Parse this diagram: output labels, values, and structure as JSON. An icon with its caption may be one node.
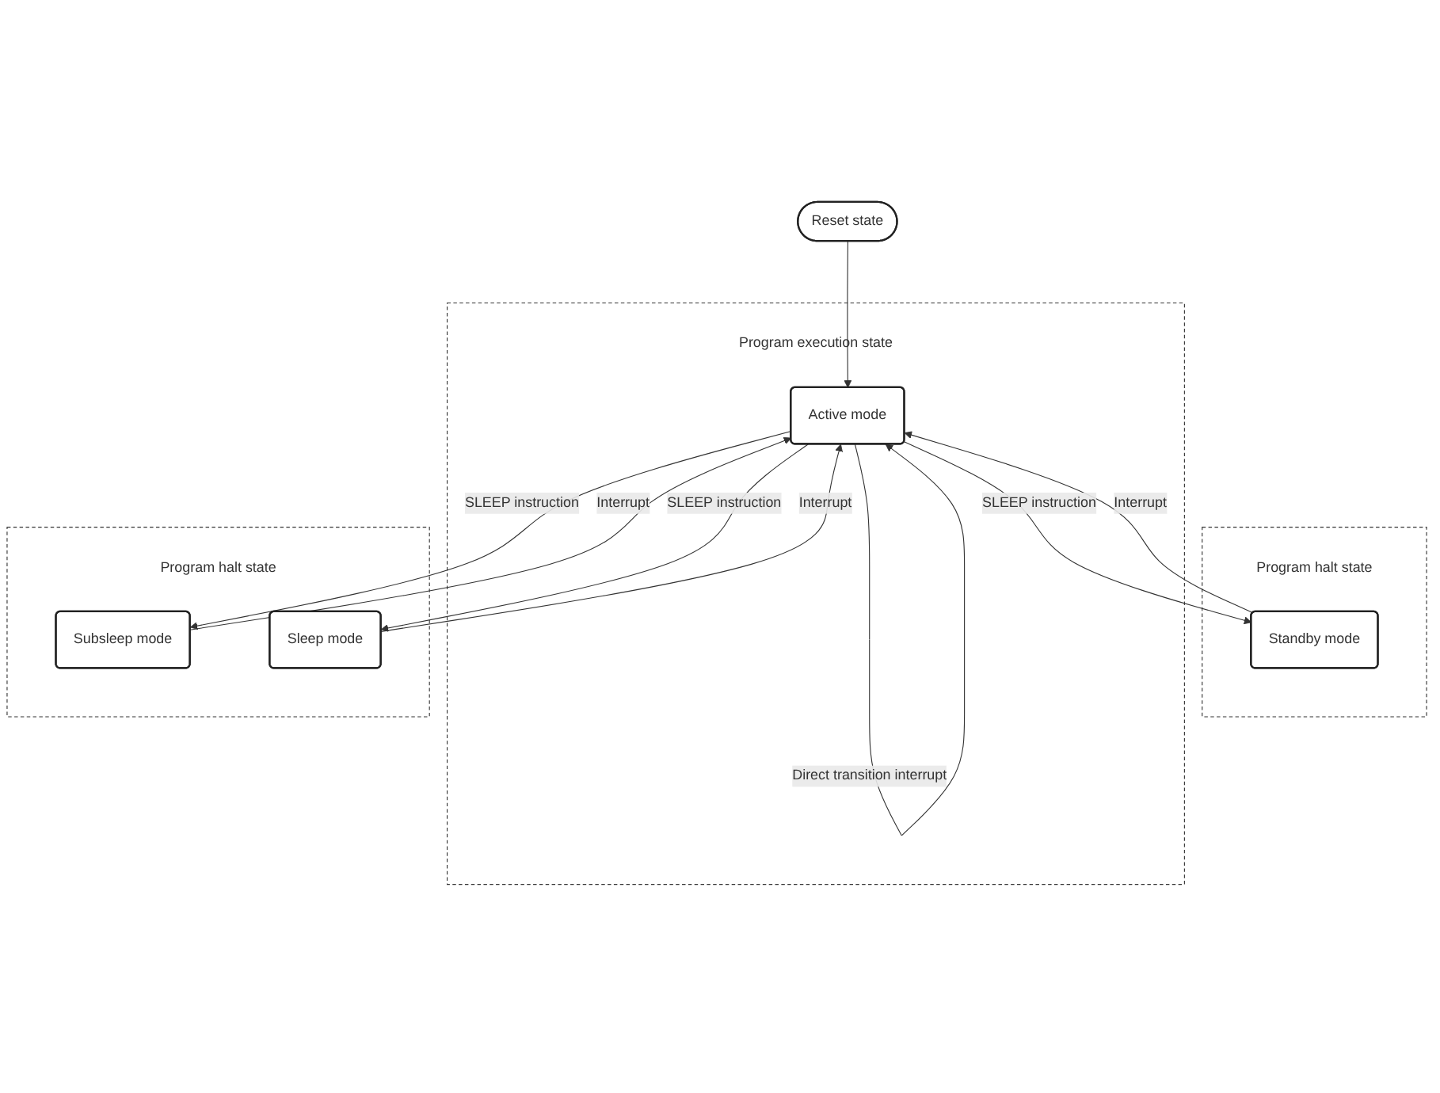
{
  "diagram": {
    "nodes": [
      {
        "text": [
          "Reset state"
        ]
      },
      {
        "text": [
          "Program halt state"
        ]
      },
      {
        "text": [
          "Standby mode"
        ],
        "in": 1
      },
      {
        "text": [
          "Program execution state"
        ]
      },
      {
        "text": [
          "Active mode"
        ],
        "in": 3
      },
      {
        "text": [
          "Program halt state"
        ]
      },
      {
        "text": [
          "Sleep mode"
        ],
        "in": 5
      },
      {
        "text": [
          "Subsleep mode"
        ],
        "in": 5
      }
    ],
    "edges": [
      {
        "from": 0,
        "to": 4,
        "arrow": "to"
      },
      {
        "from": 4,
        "to": 2,
        "arrow": "to",
        "label": "SLEEP instruction"
      },
      {
        "from": 2,
        "to": 4,
        "arrow": "to",
        "label": "Interrupt"
      },
      {
        "from": 4,
        "to": 4,
        "arrow": "to",
        "label": "Direct transition interrupt"
      },
      {
        "from": 4,
        "to": 6,
        "arrow": "to",
        "label": "SLEEP instruction"
      },
      {
        "from": 6,
        "to": 4,
        "arrow": "to",
        "label": "Interrupt"
      },
      {
        "from": 4,
        "to": 7,
        "arrow": "to",
        "label": "SLEEP instruction"
      },
      {
        "from": 7,
        "to": 4,
        "arrow": "to",
        "label": "Interrupt"
      }
    ]
  }
}
